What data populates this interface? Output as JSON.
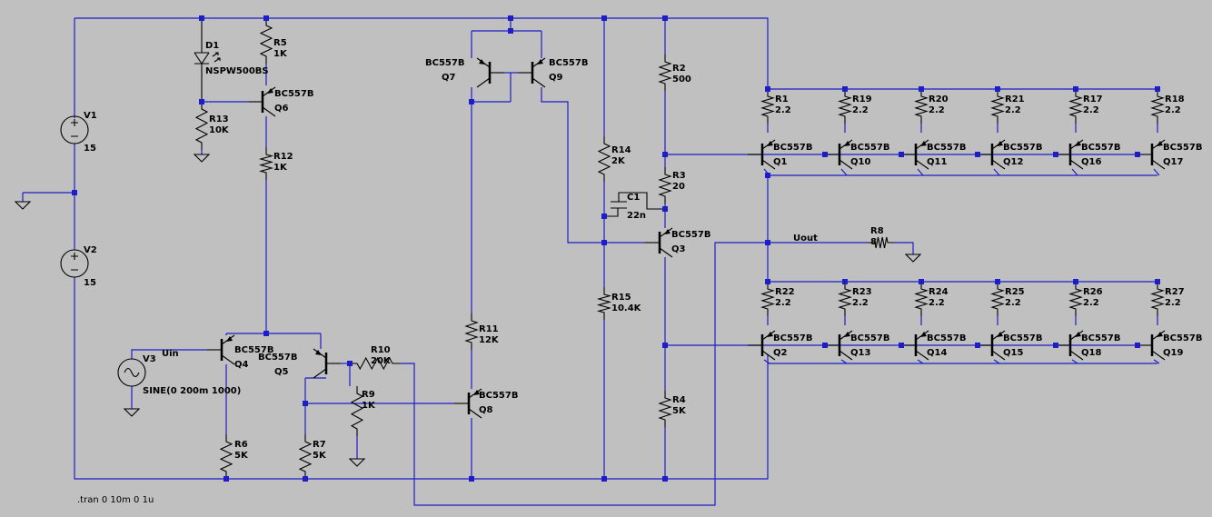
{
  "directive": ".tran 0 10m 0 1u",
  "nets": {
    "output": "Uout",
    "input": "Uin"
  },
  "sources": [
    {
      "ref": "V1",
      "value": "15"
    },
    {
      "ref": "V2",
      "value": "15"
    },
    {
      "ref": "V3",
      "value": "SINE(0 200m 1000)"
    }
  ],
  "resistors": [
    {
      "ref": "R1",
      "value": "2.2"
    },
    {
      "ref": "R19",
      "value": "2.2"
    },
    {
      "ref": "R20",
      "value": "2.2"
    },
    {
      "ref": "R21",
      "value": "2.2"
    },
    {
      "ref": "R17",
      "value": "2.2"
    },
    {
      "ref": "R18",
      "value": "2.2"
    },
    {
      "ref": "R22",
      "value": "2.2"
    },
    {
      "ref": "R23",
      "value": "2.2"
    },
    {
      "ref": "R24",
      "value": "2.2"
    },
    {
      "ref": "R25",
      "value": "2.2"
    },
    {
      "ref": "R26",
      "value": "2.2"
    },
    {
      "ref": "R27",
      "value": "2.2"
    },
    {
      "ref": "R2",
      "value": "500"
    },
    {
      "ref": "R3",
      "value": "20"
    },
    {
      "ref": "R4",
      "value": "5K"
    },
    {
      "ref": "R5",
      "value": "1K"
    },
    {
      "ref": "R6",
      "value": "5K"
    },
    {
      "ref": "R7",
      "value": "5K"
    },
    {
      "ref": "R8",
      "value": "8"
    },
    {
      "ref": "R9",
      "value": "1K"
    },
    {
      "ref": "R10",
      "value": "20K"
    },
    {
      "ref": "R11",
      "value": "12K"
    },
    {
      "ref": "R12",
      "value": "1K"
    },
    {
      "ref": "R13",
      "value": "10K"
    },
    {
      "ref": "R14",
      "value": "2K"
    },
    {
      "ref": "R15",
      "value": "10.4K"
    }
  ],
  "capacitors": [
    {
      "ref": "C1",
      "value": "22n"
    }
  ],
  "diodes": [
    {
      "ref": "D1",
      "value": "NSPW500BS"
    }
  ],
  "transistors": [
    {
      "ref": "Q1",
      "model": "BC557B"
    },
    {
      "ref": "Q10",
      "model": "BC557B"
    },
    {
      "ref": "Q11",
      "model": "BC557B"
    },
    {
      "ref": "Q12",
      "model": "BC557B"
    },
    {
      "ref": "Q16",
      "model": "BC557B"
    },
    {
      "ref": "Q17",
      "model": "BC557B"
    },
    {
      "ref": "Q2",
      "model": "BC557B"
    },
    {
      "ref": "Q13",
      "model": "BC557B"
    },
    {
      "ref": "Q14",
      "model": "BC557B"
    },
    {
      "ref": "Q15",
      "model": "BC557B"
    },
    {
      "ref": "Q18",
      "model": "BC557B"
    },
    {
      "ref": "Q19",
      "model": "BC557B"
    },
    {
      "ref": "Q3",
      "model": "BC557B"
    },
    {
      "ref": "Q4",
      "model": "BC557B"
    },
    {
      "ref": "Q5",
      "model": "BC557B"
    },
    {
      "ref": "Q6",
      "model": "BC557B"
    },
    {
      "ref": "Q7",
      "model": "BC557B"
    },
    {
      "ref": "Q8",
      "model": "BC557B"
    },
    {
      "ref": "Q9",
      "model": "BC557B"
    }
  ]
}
